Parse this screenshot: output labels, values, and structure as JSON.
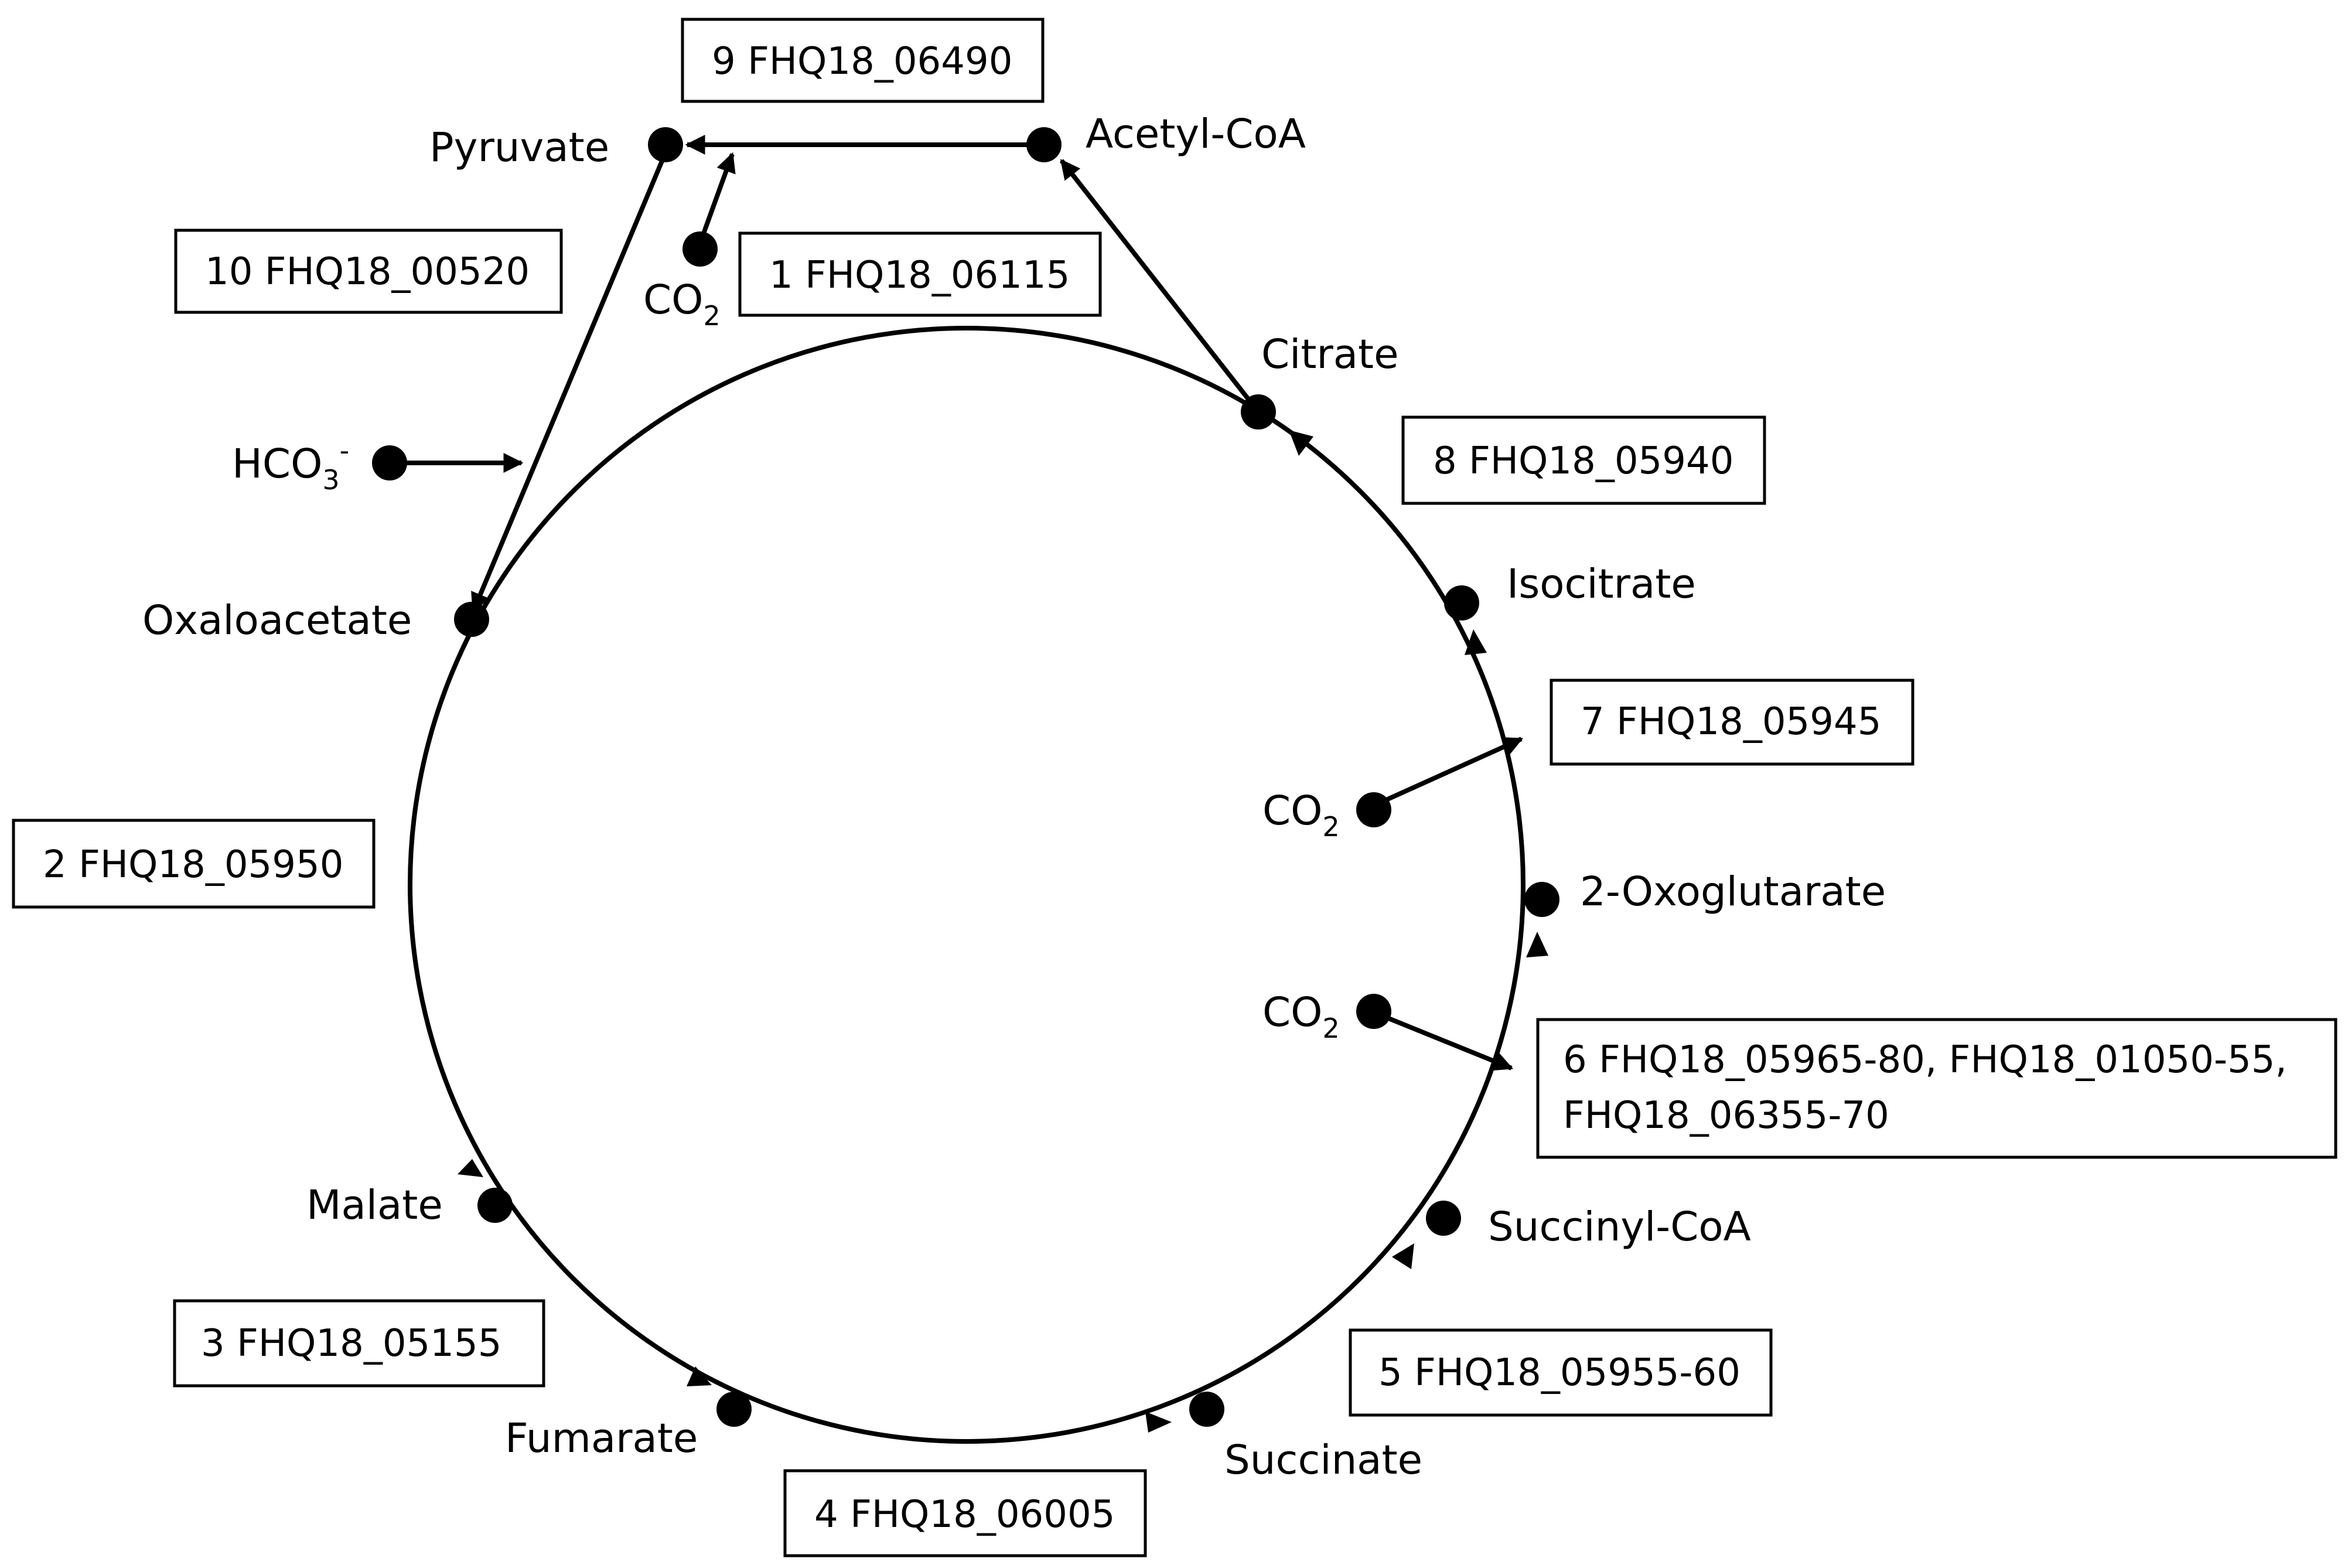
{
  "metabolites": {
    "pyruvate": "Pyruvate",
    "acetyl_coa": "Acetyl-CoA",
    "citrate": "Citrate",
    "isocitrate": "Isocitrate",
    "oxoglutarate": "2-Oxoglutarate",
    "succinyl_coa": "Succinyl-CoA",
    "succinate": "Succinate",
    "fumarate": "Fumarate",
    "malate": "Malate",
    "oxaloacetate": "Oxaloacetate",
    "co2_main": "CO",
    "co2_sub": "2",
    "hco3_main": "HCO",
    "hco3_sub": "3",
    "hco3_sup": "-"
  },
  "enzymes": {
    "e1": "1 FHQ18_06115",
    "e2": "2 FHQ18_05950",
    "e3": "3 FHQ18_05155",
    "e4": "4 FHQ18_06005",
    "e5": "5 FHQ18_05955-60",
    "e6_line1": "6 FHQ18_05965-80, FHQ18_01050-55,",
    "e6_line2": "FHQ18_06355-70",
    "e7": "7 FHQ18_05945",
    "e8": "8 FHQ18_05940",
    "e9": "9 FHQ18_06490",
    "e10": "10 FHQ18_00520"
  }
}
